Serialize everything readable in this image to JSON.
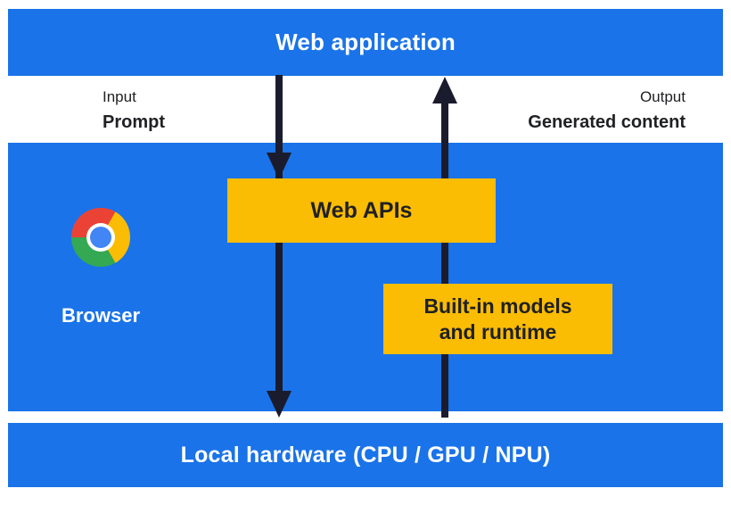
{
  "colors": {
    "blue": "#1a73e8",
    "yellow": "#fbbc04",
    "arrow": "#1a1c2e",
    "dark_text": "#202124",
    "chrome_red": "#ea4335",
    "chrome_green": "#34a853",
    "chrome_yellow": "#fbbc04",
    "chrome_blue": "#4285f4"
  },
  "top_bar": {
    "label": "Web application"
  },
  "flow": {
    "input_title": "Input",
    "input_value": "Prompt",
    "output_title": "Output",
    "output_value": "Generated content"
  },
  "middle": {
    "web_apis_label": "Web APIs",
    "builtin_label": "Built-in models and runtime",
    "browser_label": "Browser"
  },
  "bottom_bar": {
    "label": "Local hardware (CPU / GPU / NPU)"
  },
  "icons": {
    "browser_logo": "chrome-logo"
  }
}
